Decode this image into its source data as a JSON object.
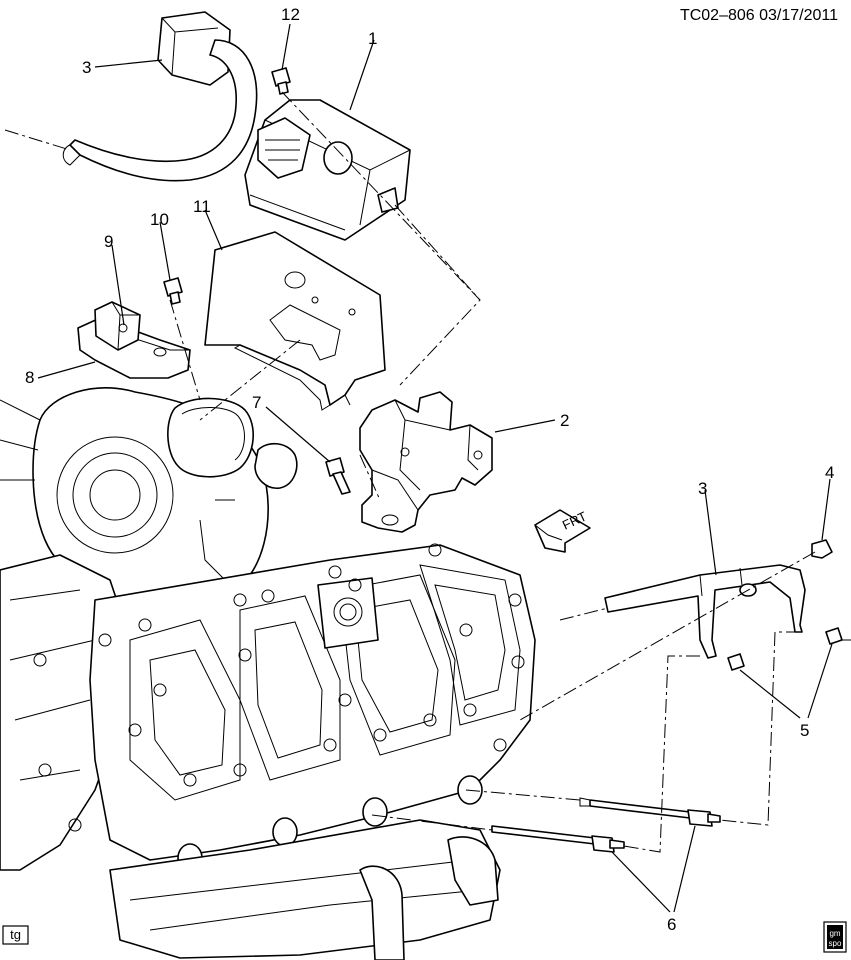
{
  "header": {
    "doc_id": "TC02–806 03/17/2011"
  },
  "callouts": [
    "1",
    "2",
    "3",
    "3",
    "4",
    "5",
    "6",
    "7",
    "8",
    "9",
    "10",
    "11",
    "12"
  ],
  "corner_tags": {
    "left": "tg",
    "right_lines": [
      "gm",
      "spo"
    ]
  },
  "direction_arrow": {
    "label": "FRT"
  }
}
